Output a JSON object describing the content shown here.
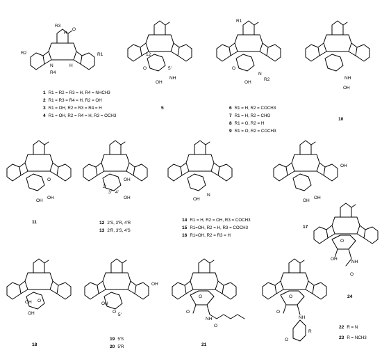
{
  "legend_1_4": [
    {
      "num": "1",
      "text": "R1 = R2 = R3 = H, R4 = NHCH3"
    },
    {
      "num": "2",
      "text": "R1 = R3 = R4 = H, R2 = OH"
    },
    {
      "num": "3",
      "text": "R1 = OH, R2 = R3 = R4 = H"
    },
    {
      "num": "4",
      "text": "R1 = OH, R2 = R4 = H, R3 = OCH3"
    }
  ],
  "legend_6_9": [
    {
      "num": "6",
      "text": "R1 = H, R2 = COCH3"
    },
    {
      "num": "7",
      "text": "R1 = H, R2 = CHO"
    },
    {
      "num": "8",
      "text": "R1 = O, R2 = H"
    },
    {
      "num": "9",
      "text": "R1 = O, R2 = COCH3"
    }
  ],
  "legend_12_13": [
    {
      "num": "12",
      "text": "2'S, 3'R, 4'R"
    },
    {
      "num": "13",
      "text": "2'R, 3'S, 4'S"
    }
  ],
  "legend_14_16": [
    {
      "num": "14",
      "text": "R1 = H, R2 = OH, R3 = COCH3"
    },
    {
      "num": "15",
      "text": "R1=OH, R2 = H, R3 = COCH3"
    },
    {
      "num": "16",
      "text": "R1=OH, R2 = R3 = H"
    }
  ],
  "legend_19_20": [
    {
      "num": "19",
      "text": "5'S"
    },
    {
      "num": "20",
      "text": "5'R"
    }
  ],
  "legend_22_23": [
    {
      "num": "22",
      "text": "R = N"
    },
    {
      "num": "23",
      "text": "R = NCH3"
    }
  ],
  "single_numbers": {
    "c5": "5",
    "c10": "10",
    "c11": "11",
    "c17": "17",
    "c18": "18",
    "c21": "21",
    "c24": "24"
  },
  "atoms": {
    "nh": "NH",
    "n": "N",
    "h": "H",
    "o": "O",
    "oh": "OH",
    "r1": "R1",
    "r2": "R2",
    "r3": "R3",
    "r4": "R4",
    "r": "R",
    "n12": "12",
    "p5": "5'",
    "p2": "2'",
    "p3": "3'",
    "p4": "4'"
  }
}
